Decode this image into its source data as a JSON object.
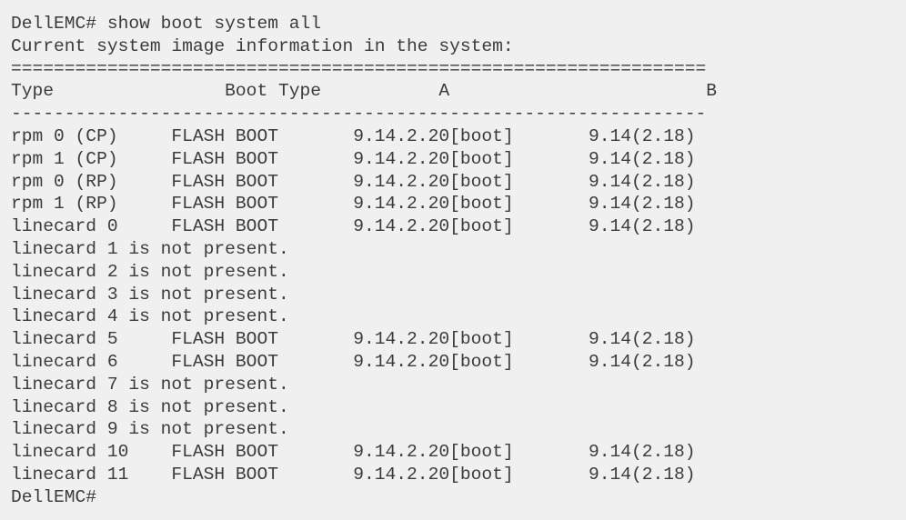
{
  "terminal": {
    "background_color": "#f0f0f0",
    "text_color": "#3b3b3b",
    "prompt": "DellEMC#",
    "command": "show boot system all",
    "command_line": "DellEMC# show boot system all",
    "subtitle": "Current system image information in the system:",
    "rule_equals": "=================================================================",
    "rule_dashes": "-----------------------------------------------------------------",
    "columns": {
      "type": "Type",
      "boot_type": "Boot Type",
      "a": "A",
      "b": "B"
    },
    "header_row": "Type                Boot Type           A                        B",
    "rows": [
      {
        "type": "rpm 0 (CP)",
        "boot_type": "FLASH BOOT",
        "a": "9.14.2.20[boot]",
        "b": "9.14(2.18)",
        "present": true,
        "text": "rpm 0 (CP)     FLASH BOOT       9.14.2.20[boot]       9.14(2.18)"
      },
      {
        "type": "rpm 1 (CP)",
        "boot_type": "FLASH BOOT",
        "a": "9.14.2.20[boot]",
        "b": "9.14(2.18)",
        "present": true,
        "text": "rpm 1 (CP)     FLASH BOOT       9.14.2.20[boot]       9.14(2.18)"
      },
      {
        "type": "rpm 0 (RP)",
        "boot_type": "FLASH BOOT",
        "a": "9.14.2.20[boot]",
        "b": "9.14(2.18)",
        "present": true,
        "text": "rpm 0 (RP)     FLASH BOOT       9.14.2.20[boot]       9.14(2.18)"
      },
      {
        "type": "rpm 1 (RP)",
        "boot_type": "FLASH BOOT",
        "a": "9.14.2.20[boot]",
        "b": "9.14(2.18)",
        "present": true,
        "text": "rpm 1 (RP)     FLASH BOOT       9.14.2.20[boot]       9.14(2.18)"
      },
      {
        "type": "linecard 0",
        "boot_type": "FLASH BOOT",
        "a": "9.14.2.20[boot]",
        "b": "9.14(2.18)",
        "present": true,
        "text": "linecard 0     FLASH BOOT       9.14.2.20[boot]       9.14(2.18)"
      },
      {
        "type": "linecard 1",
        "boot_type": "",
        "a": "",
        "b": "",
        "present": false,
        "text": "linecard 1 is not present."
      },
      {
        "type": "linecard 2",
        "boot_type": "",
        "a": "",
        "b": "",
        "present": false,
        "text": "linecard 2 is not present."
      },
      {
        "type": "linecard 3",
        "boot_type": "",
        "a": "",
        "b": "",
        "present": false,
        "text": "linecard 3 is not present."
      },
      {
        "type": "linecard 4",
        "boot_type": "",
        "a": "",
        "b": "",
        "present": false,
        "text": "linecard 4 is not present."
      },
      {
        "type": "linecard 5",
        "boot_type": "FLASH BOOT",
        "a": "9.14.2.20[boot]",
        "b": "9.14(2.18)",
        "present": true,
        "text": "linecard 5     FLASH BOOT       9.14.2.20[boot]       9.14(2.18)"
      },
      {
        "type": "linecard 6",
        "boot_type": "FLASH BOOT",
        "a": "9.14.2.20[boot]",
        "b": "9.14(2.18)",
        "present": true,
        "text": "linecard 6     FLASH BOOT       9.14.2.20[boot]       9.14(2.18)"
      },
      {
        "type": "linecard 7",
        "boot_type": "",
        "a": "",
        "b": "",
        "present": false,
        "text": "linecard 7 is not present."
      },
      {
        "type": "linecard 8",
        "boot_type": "",
        "a": "",
        "b": "",
        "present": false,
        "text": "linecard 8 is not present."
      },
      {
        "type": "linecard 9",
        "boot_type": "",
        "a": "",
        "b": "",
        "present": false,
        "text": "linecard 9 is not present."
      },
      {
        "type": "linecard 10",
        "boot_type": "FLASH BOOT",
        "a": "9.14.2.20[boot]",
        "b": "9.14(2.18)",
        "present": true,
        "text": "linecard 10    FLASH BOOT       9.14.2.20[boot]       9.14(2.18)"
      },
      {
        "type": "linecard 11",
        "boot_type": "FLASH BOOT",
        "a": "9.14.2.20[boot]",
        "b": "9.14(2.18)",
        "present": true,
        "text": "linecard 11    FLASH BOOT       9.14.2.20[boot]       9.14(2.18)"
      }
    ],
    "trailing_prompt": "DellEMC#"
  }
}
